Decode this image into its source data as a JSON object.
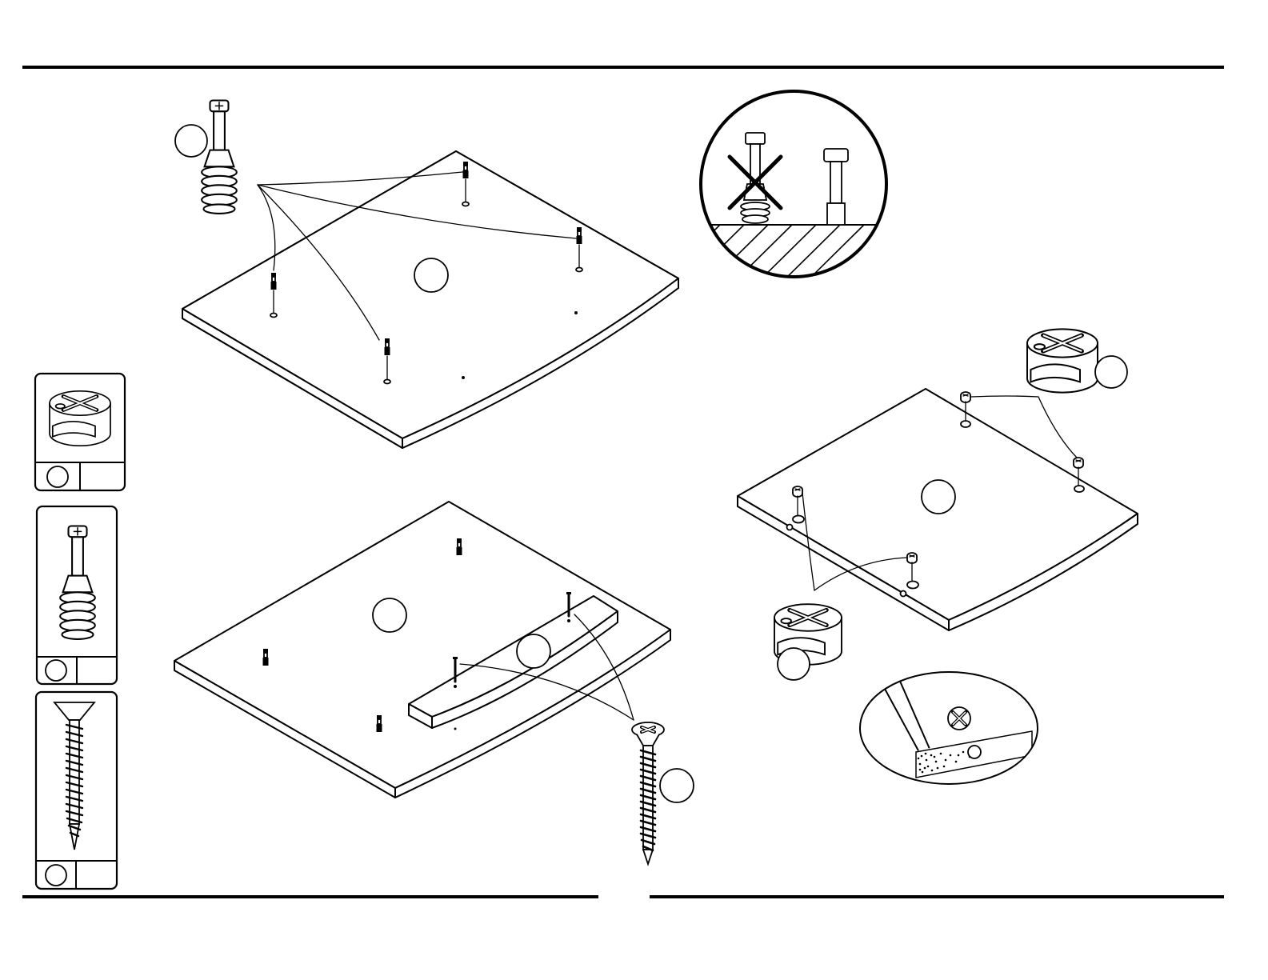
{
  "document": {
    "type": "assembly-instruction-page",
    "step_labels": [],
    "parts": [
      {
        "name": "cam-lock",
        "icon": "cam-lock-icon",
        "quantity": ""
      },
      {
        "name": "cam-bolt",
        "icon": "cam-bolt-icon",
        "quantity": ""
      },
      {
        "name": "wood-screw",
        "icon": "wood-screw-icon",
        "quantity": ""
      }
    ],
    "callouts": [
      {
        "id": "bolt-top-left",
        "label": ""
      },
      {
        "id": "board-top-left",
        "label": ""
      },
      {
        "id": "board-bottom-left",
        "label": ""
      },
      {
        "id": "bracket-bottom-left",
        "label": ""
      },
      {
        "id": "screw-bottom-left",
        "label": ""
      },
      {
        "id": "cam-top-right",
        "label": ""
      },
      {
        "id": "board-right",
        "label": ""
      },
      {
        "id": "cam-bottom-right",
        "label": ""
      }
    ],
    "detail_views": [
      "bolt-depth-check",
      "screw-head-flush-detail"
    ],
    "colors": {
      "ink": "#000000",
      "paper": "#ffffff"
    }
  }
}
